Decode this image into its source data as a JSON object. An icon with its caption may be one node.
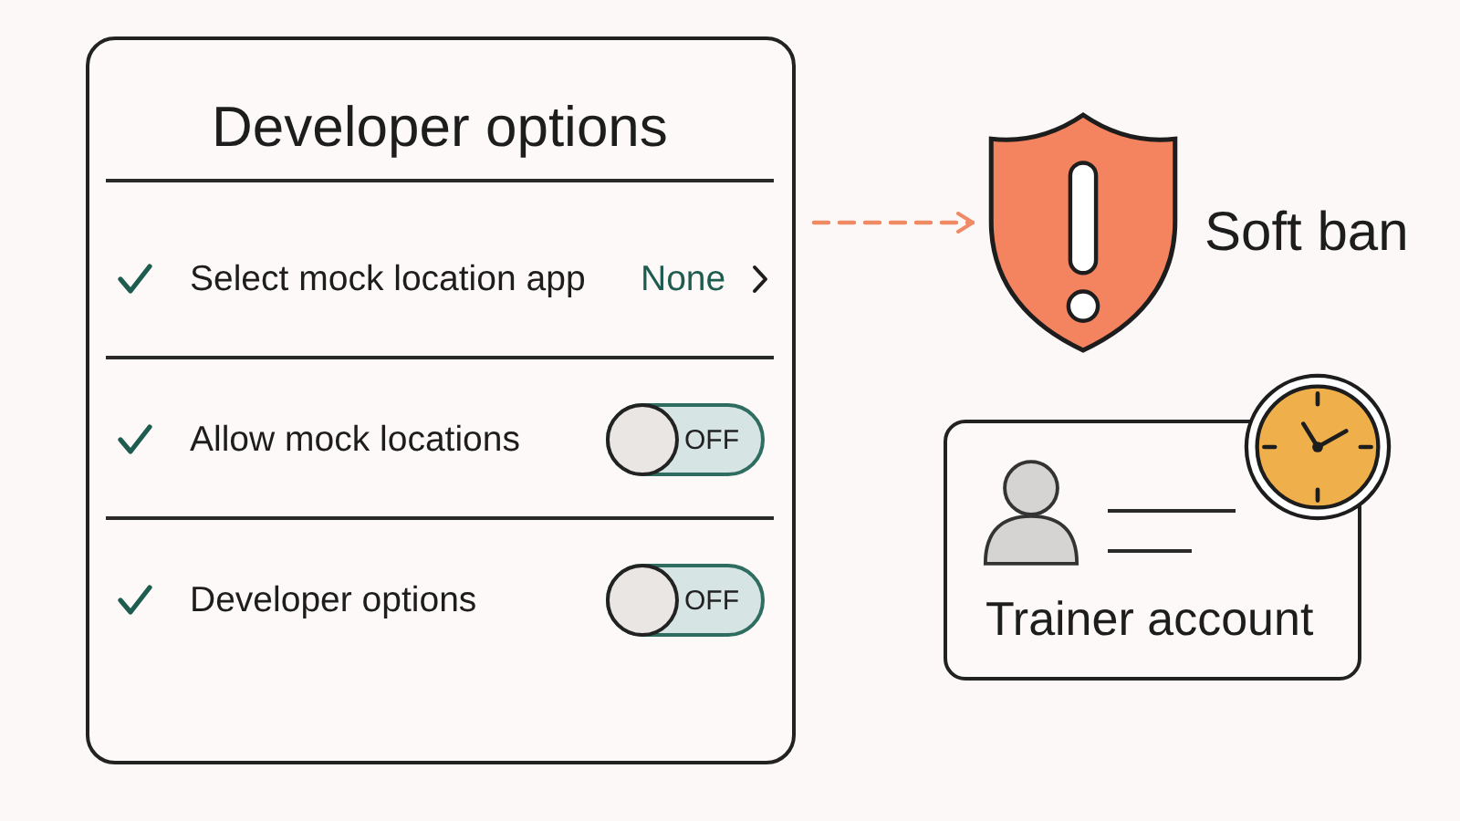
{
  "diagram": {
    "nodes": [
      {
        "text": [
          "Developer options",
          "Select mock location app",
          "None",
          "Allow mock locations",
          "Developer options"
        ]
      },
      {
        "text": [
          "OFF"
        ],
        "in": 0
      },
      {
        "text": [
          "OFF"
        ],
        "in": 0
      },
      {
        "text": [],
        "shape": "shield",
        "beside": [
          "Soft ban"
        ]
      },
      {
        "text": [
          "Trainer account"
        ]
      }
    ],
    "edges": [
      {
        "from": 0,
        "to": 3,
        "arrow": "to",
        "style": "dashed",
        "color": "#f08a65"
      }
    ]
  }
}
